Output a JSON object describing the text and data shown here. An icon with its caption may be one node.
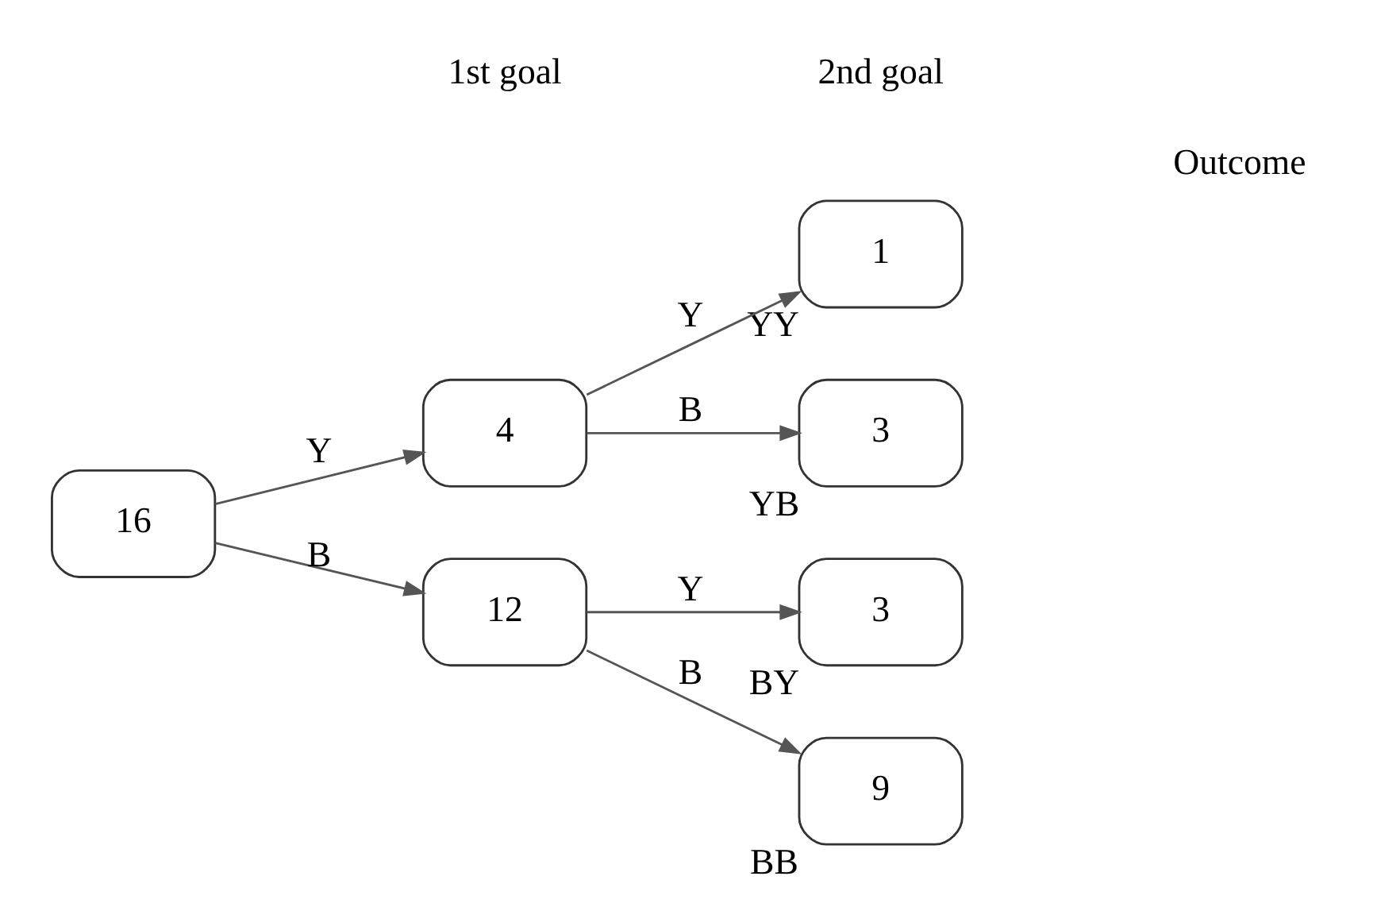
{
  "diagram": {
    "nodes": [
      {
        "text": [
          "16"
        ]
      },
      {
        "text": [
          "4"
        ]
      },
      {
        "text": [
          "12"
        ]
      },
      {
        "text": [
          "1"
        ],
        "beside": [
          "YY"
        ]
      },
      {
        "text": [
          "3"
        ],
        "beside": [
          "YB"
        ]
      },
      {
        "text": [
          "3"
        ],
        "beside": [
          "BY"
        ]
      },
      {
        "text": [
          "9"
        ],
        "beside": [
          "BB"
        ]
      }
    ],
    "edges": [
      {
        "from": 0,
        "to": 1,
        "arrow": "to",
        "label": "Y"
      },
      {
        "from": 0,
        "to": 2,
        "arrow": "to",
        "label": "B"
      },
      {
        "from": 1,
        "to": 3,
        "arrow": "to",
        "label": "Y"
      },
      {
        "from": 1,
        "to": 4,
        "arrow": "to",
        "label": "B"
      },
      {
        "from": 2,
        "to": 5,
        "arrow": "to",
        "label": "Y"
      },
      {
        "from": 2,
        "to": 6,
        "arrow": "to",
        "label": "B"
      }
    ],
    "labels": [
      "1st goal",
      "2nd goal",
      "Outcome"
    ]
  }
}
